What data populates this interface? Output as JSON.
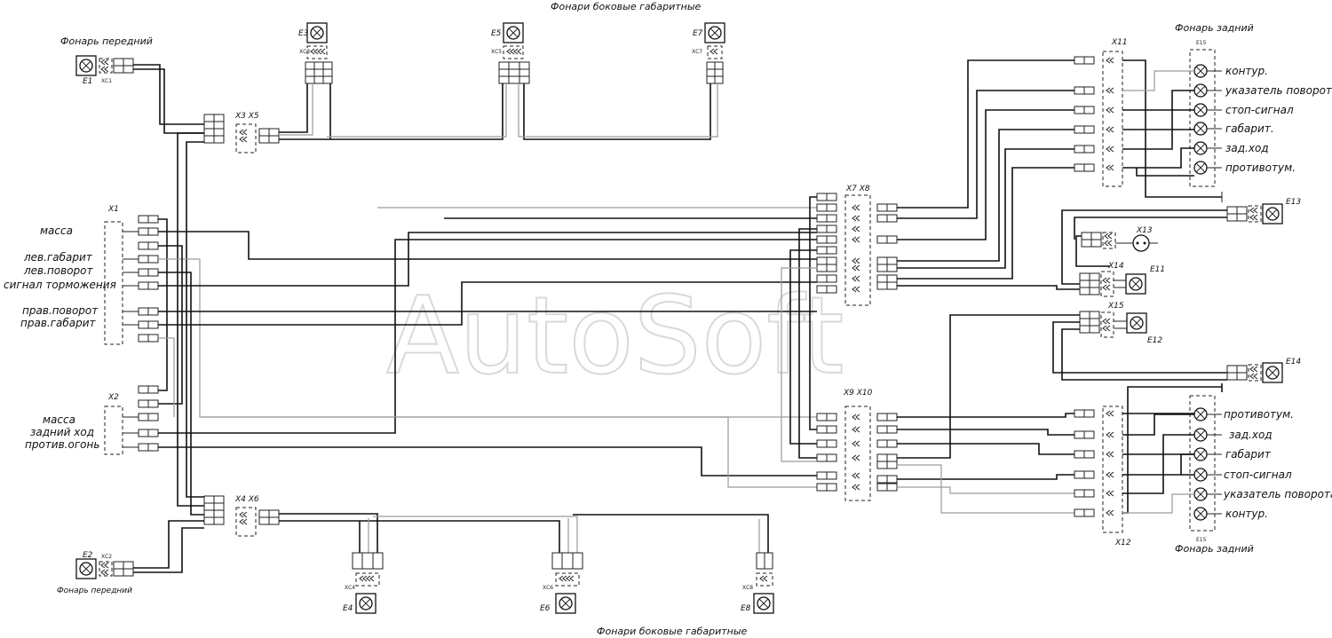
{
  "watermark": "AutoSoft",
  "titles": {
    "side_top": "Фонари боковые габаритные",
    "side_bottom": "Фонари боковые габаритные",
    "front_left": "Фонарь передний",
    "front_left_bottom": "Фонарь передний",
    "rear_top": "Фонарь задний",
    "rear_bottom": "Фонарь задний"
  },
  "x1_signals": [
    "масса",
    "лев.габарит",
    "лев.поворот",
    "сигнал торможения",
    "прав.поворот",
    "прав.габарит"
  ],
  "x2_signals": [
    "масса",
    "задний ход",
    "против.огонь"
  ],
  "rear_top_labels": [
    "контур.",
    "указатель поворота",
    "стоп-сигнал",
    "габарит.",
    "зад.ход",
    "противотум."
  ],
  "rear_bottom_labels": [
    "противотум.",
    "зад.ход",
    "габарит",
    "стоп-сигнал",
    "указатель поворота",
    "контур."
  ],
  "components": {
    "e1": "Е1",
    "xs1": "ХС1",
    "e2": "Е2",
    "xs2": "ХС2",
    "e3": "Е3",
    "xs3": "ХС3",
    "e5": "Е5",
    "xs5": "ХС5",
    "e7": "Е7",
    "xs7": "ХС7",
    "e4": "Е4",
    "xs4": "ХС4",
    "e6": "Е6",
    "xs6": "ХС6",
    "e8": "Е8",
    "xs8": "ХС8",
    "x1": "Х1",
    "x2": "Х2",
    "x3x5": "Х3 Х5",
    "x4x6": "Х4 Х6",
    "x7x8": "Х7 Х8",
    "x9x10": "Х9 Х10",
    "x11": "Х11",
    "x12": "Х12",
    "x13": "Х13",
    "x14": "Х14",
    "x15": "Х15",
    "e11": "Е11",
    "e12": "Е12",
    "e13": "Е13",
    "e14": "Е14",
    "e15_top": "Е15",
    "e15_bottom": "Е15"
  }
}
